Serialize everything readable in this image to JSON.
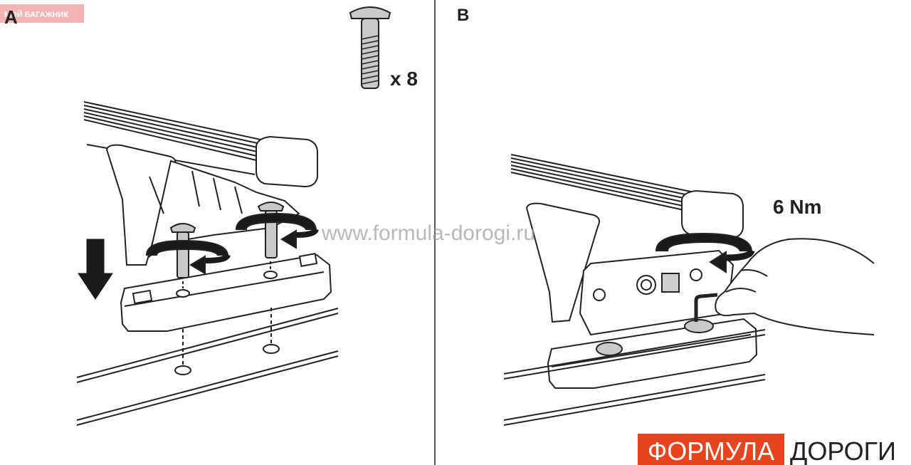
{
  "top_badge": {
    "text": "МОЙ БАГАЖНИК",
    "bg_color": "#f4b4b4",
    "text_color": "#ffffff"
  },
  "panel_a": {
    "label": "A",
    "screw_count": "x 8"
  },
  "panel_b": {
    "label": "B",
    "torque": "6 Nm"
  },
  "watermark": {
    "text": "www.formula-dorogi.ru"
  },
  "logo": {
    "left_text": "ФОРМУЛА",
    "right_text": "ДОРОГИ",
    "accent_color": "#e8431f"
  },
  "colors": {
    "line": "#222222",
    "screw_fill": "#c9c9c9",
    "arrow_fill": "#1a1a1a",
    "watermark": "#9a9a9a"
  }
}
